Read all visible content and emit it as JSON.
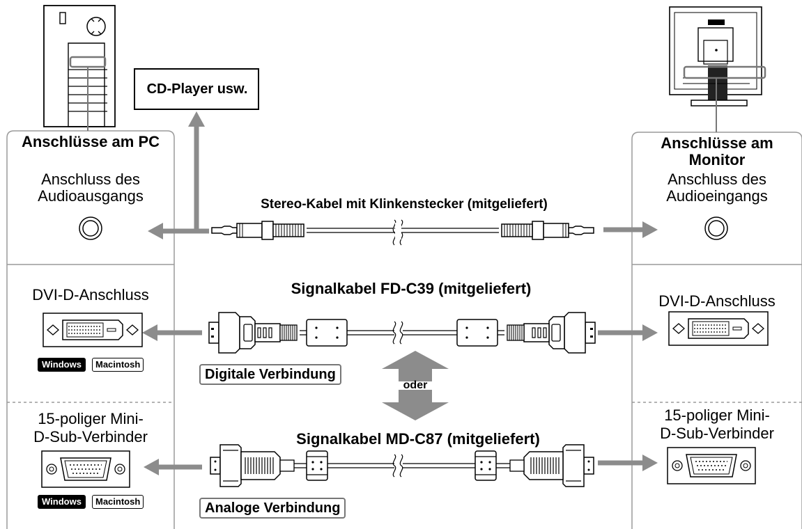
{
  "left": {
    "heading": "Anschlüsse am PC",
    "audio_label": "Anschluss des Audioausgangs",
    "dvi_label": "DVI-D-Anschluss",
    "dsub_label_line1": "15-poliger Mini-",
    "dsub_label_line2": "D-Sub-Verbinder",
    "os_tag_windows": "Windows",
    "os_tag_mac": "Macintosh"
  },
  "right": {
    "heading": "Anschlüsse am Monitor",
    "audio_label": "Anschluss des Audioeingangs",
    "dvi_label": "DVI-D-Anschluss",
    "dsub_label_line1": "15-poliger Mini-",
    "dsub_label_line2": "D-Sub-Verbinder"
  },
  "cd_player_label": "CD-Player usw.",
  "cables": {
    "stereo": "Stereo-Kabel mit Klinkenstecker (mitgeliefert)",
    "digital": "Signalkabel FD-C39 (mitgeliefert)",
    "analog": "Signalkabel MD-C87 (mitgeliefert)"
  },
  "connection_labels": {
    "digital": "Digitale Verbindung",
    "analog": "Analoge Verbindung",
    "or": "oder"
  },
  "colors": {
    "arrow": "#8c8c8c",
    "panel_border": "#9a9a9a",
    "line": "#000000"
  }
}
